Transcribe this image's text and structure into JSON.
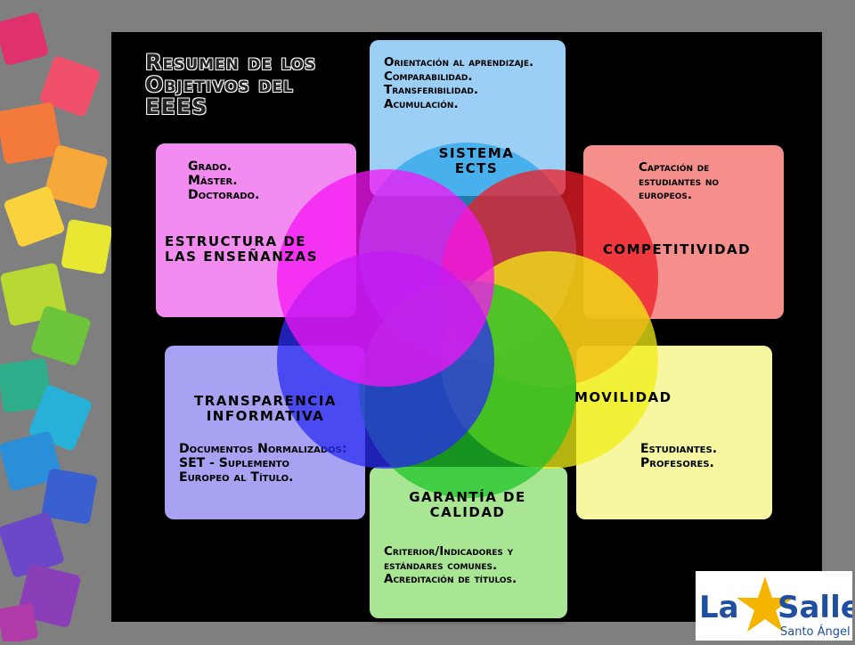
{
  "title": "Resumen de los\nObjetivos del\nEEES",
  "boxes": {
    "ects": {
      "items": "Orientación al aprendizaje.\nComparabilidad.\nTransferibilidad.\nAcumulación.",
      "label": "SISTEMA\nECTS",
      "color": "#9ccff5"
    },
    "estructura": {
      "items": "Grado.\nMáster.\nDoctorado.",
      "label": "ESTRUCTURA DE\nLAS ENSEÑANZAS",
      "color": "#f28cf0"
    },
    "competitividad": {
      "items": "Captación de\nestudiantes no\neuropeos.",
      "label": "COMPETITIVIDAD",
      "color": "#f58f8c"
    },
    "transparencia": {
      "label": "TRANSPARENCIA\nINFORMATIVA",
      "items": "Documentos Normalizados:\nSET - Suplemento\nEuropeo al Título.",
      "color": "#a8a2f2"
    },
    "movilidad": {
      "label": "MOVILIDAD",
      "items": "Estudiantes.\nProfesores.",
      "color": "#f6f7a0"
    },
    "calidad": {
      "label": "GARANTÍA DE\nCALIDAD",
      "items": "Criterior/Indicadores y\nestándares comunes.\nAcreditación de títulos.",
      "color": "#a8e694"
    }
  },
  "logo": {
    "name_left": "La",
    "name_right": "Salle",
    "subtitle": "Santo Ángel",
    "color": "#1e4fa0",
    "star_color": "#f5b400"
  }
}
